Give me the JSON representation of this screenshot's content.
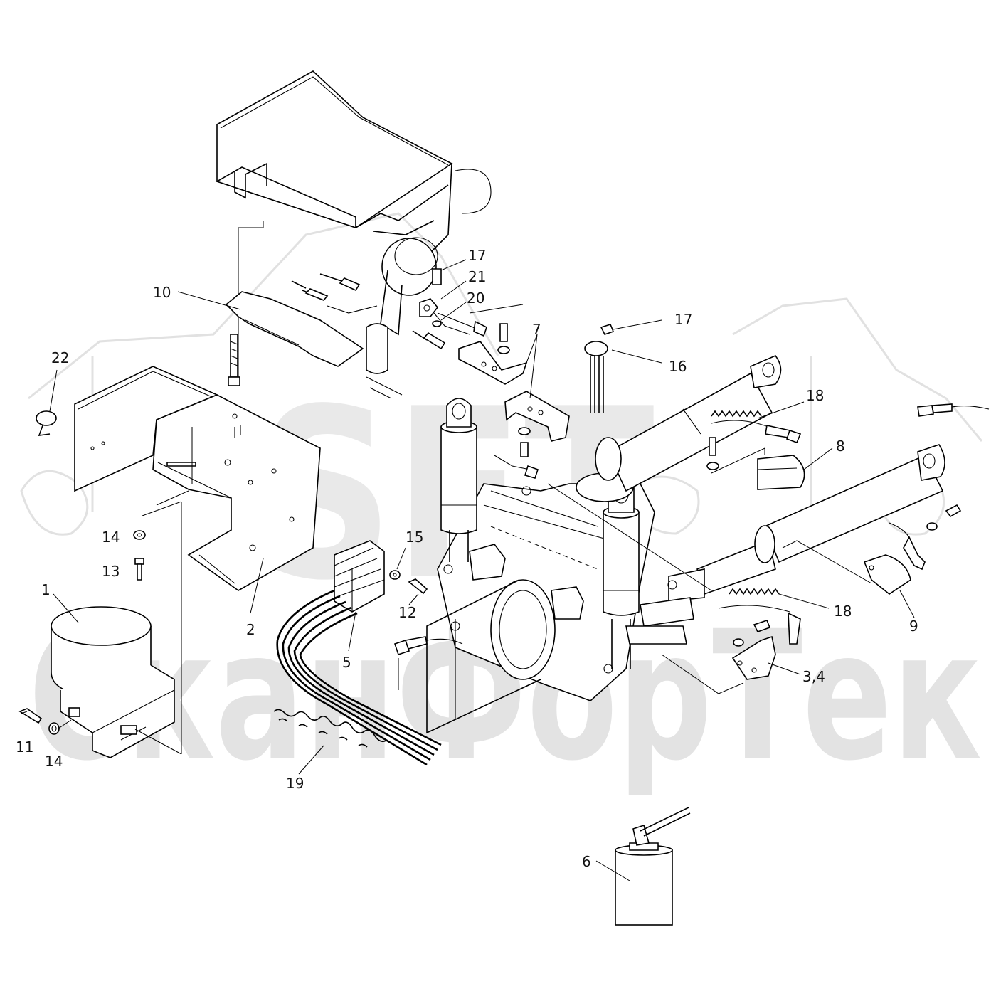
{
  "watermark": {
    "logo_text": "SFT",
    "brand_text": "СканФорТек",
    "color": "#9a9a9a"
  },
  "callouts": {
    "c1": "1",
    "c2": "2",
    "c34": "3,4",
    "c5": "5",
    "c6": "6",
    "c7": "7",
    "c8": "8",
    "c9": "9",
    "c10": "10",
    "c11": "11",
    "c12": "12",
    "c13": "13",
    "c14a": "14",
    "c14b": "14",
    "c15": "15",
    "c16": "16",
    "c17a": "17",
    "c17b": "17",
    "c18a": "18",
    "c18b": "18",
    "c19": "19",
    "c20": "20",
    "c21": "21",
    "c22": "22"
  }
}
